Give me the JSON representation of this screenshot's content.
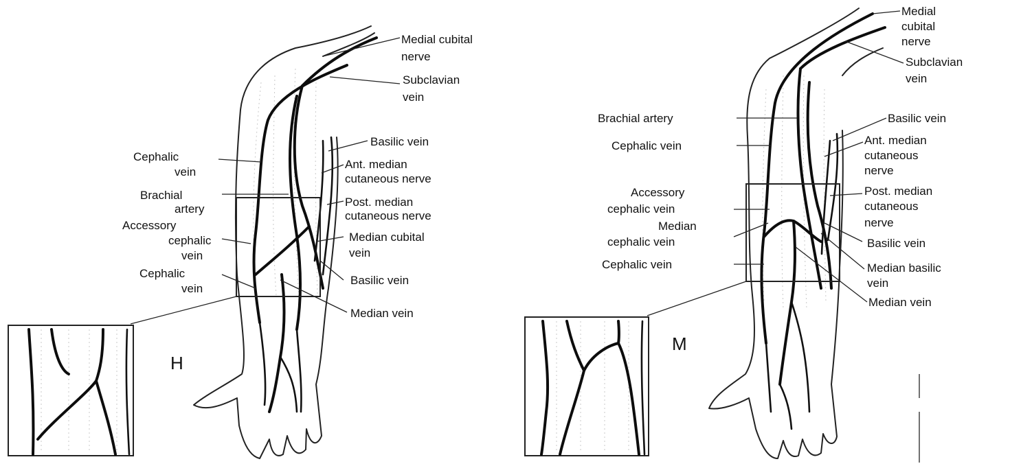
{
  "panels": {
    "H": {
      "letter": "H",
      "labels": {
        "medial_cubital_nerve_1": "Medial cubital",
        "medial_cubital_nerve_2": "nerve",
        "subclavian_vein_1": "Subclavian",
        "subclavian_vein_2": "vein",
        "cephalic_vein_upper_1": "Cephalic",
        "cephalic_vein_upper_2": "vein",
        "basilic_vein_upper": "Basilic vein",
        "ant_median_cutaneous_1": "Ant. median",
        "ant_median_cutaneous_2": "cutaneous nerve",
        "brachial_artery_1": "Brachial",
        "brachial_artery_2": "artery",
        "post_median_cutaneous_1": "Post. median",
        "post_median_cutaneous_2": "cutaneous nerve",
        "accessory_cephalic_1": "Accessory",
        "accessory_cephalic_2": "cephalic",
        "accessory_cephalic_3": "vein",
        "median_cubital_vein_1": "Median cubital",
        "median_cubital_vein_2": "vein",
        "cephalic_vein_lower_1": "Cephalic",
        "cephalic_vein_lower_2": "vein",
        "basilic_vein_lower": "Basilic vein",
        "median_vein": "Median vein"
      }
    },
    "M": {
      "letter": "M",
      "labels": {
        "medial_cubital_nerve_1": "Medial",
        "medial_cubital_nerve_2": "cubital",
        "medial_cubital_nerve_3": "nerve",
        "subclavian_vein_1": "Subclavian",
        "subclavian_vein_2": "vein",
        "brachial_artery": "Brachial artery",
        "basilic_vein_upper": "Basilic vein",
        "cephalic_vein_upper": "Cephalic vein",
        "ant_median_cutaneous_1": "Ant. median",
        "ant_median_cutaneous_2": "cutaneous",
        "ant_median_cutaneous_3": "nerve",
        "accessory_cephalic_1": "Accessory",
        "accessory_cephalic_2": "cephalic vein",
        "post_median_cutaneous_1": "Post. median",
        "post_median_cutaneous_2": "cutaneous",
        "post_median_cutaneous_3": "nerve",
        "median_cephalic_1": "Median",
        "median_cephalic_2": "cephalic vein",
        "basilic_vein_lower": "Basilic vein",
        "cephalic_vein_lower": "Cephalic vein",
        "median_basilic_1": "Median basilic",
        "median_basilic_2": "vein",
        "median_vein": "Median vein"
      }
    }
  }
}
